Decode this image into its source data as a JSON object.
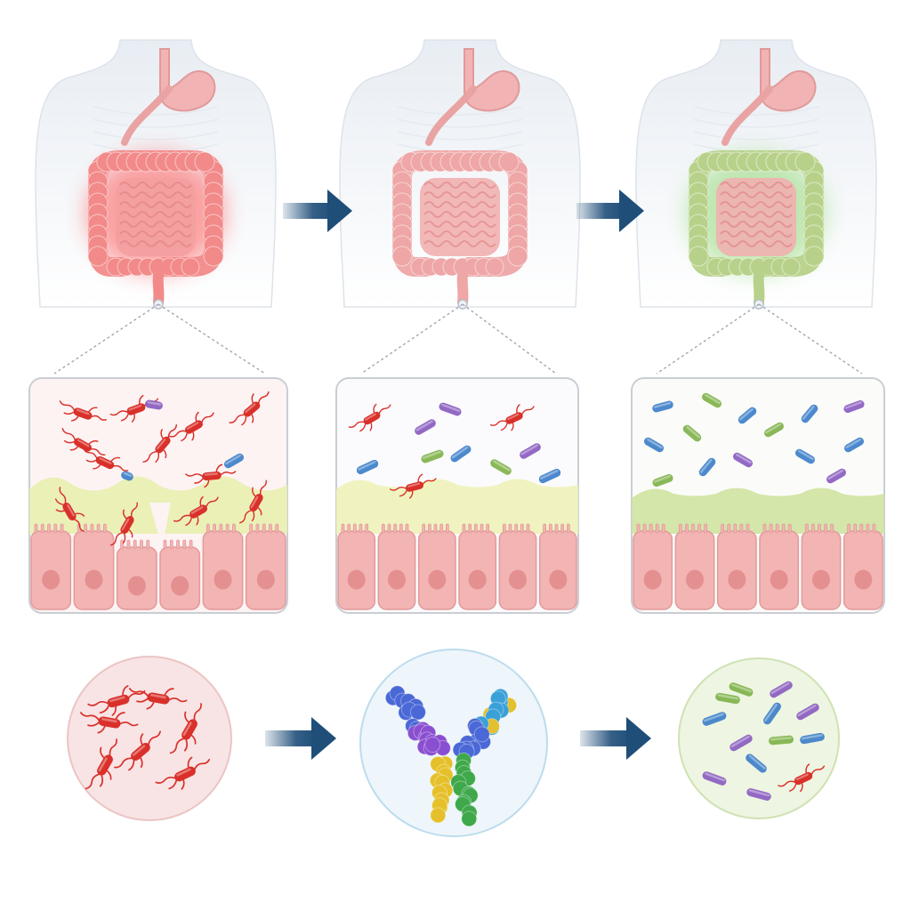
{
  "stages": [
    {
      "id": "inflamed",
      "state": "inflamed",
      "gut_color": "#f28a8a",
      "glow_color": "#ff3b3b",
      "mucus_color": "#e9efb0",
      "epithelium_intact": false,
      "bacteria_mix": "mostly-pathogenic"
    },
    {
      "id": "recovering",
      "state": "recovering",
      "gut_color": "#eea6a6",
      "glow_color": "none",
      "mucus_color": "#eef2b8",
      "epithelium_intact": true,
      "bacteria_mix": "mixed"
    },
    {
      "id": "healthy",
      "state": "healthy",
      "gut_color": "#b8d18a",
      "glow_color": "#7fd35a",
      "mucus_color": "#cfe3a0",
      "epithelium_intact": true,
      "bacteria_mix": "mostly-commensal"
    }
  ],
  "bottom_row": [
    {
      "id": "pathogens",
      "icon": "pathogenic-bacteria-icon",
      "fill": "#f8e4e4",
      "stroke": "#ecc4c4"
    },
    {
      "id": "antibody",
      "icon": "antibody-icon",
      "fill": "#eef6fb",
      "stroke": "#bcdcee"
    },
    {
      "id": "commensals",
      "icon": "commensal-bacteria-icon",
      "fill": "#eef5e2",
      "stroke": "#cfe2b4"
    }
  ],
  "colors": {
    "arrow": "#1f4e79",
    "pathogen": "#d9302a",
    "commensal_blue": "#3d7fc9",
    "commensal_green": "#7fb24a",
    "commensal_purple": "#8a5cc0",
    "cell": "#f3b4b4",
    "nucleus": "#e08a8a",
    "body": "#e6ebf1"
  }
}
